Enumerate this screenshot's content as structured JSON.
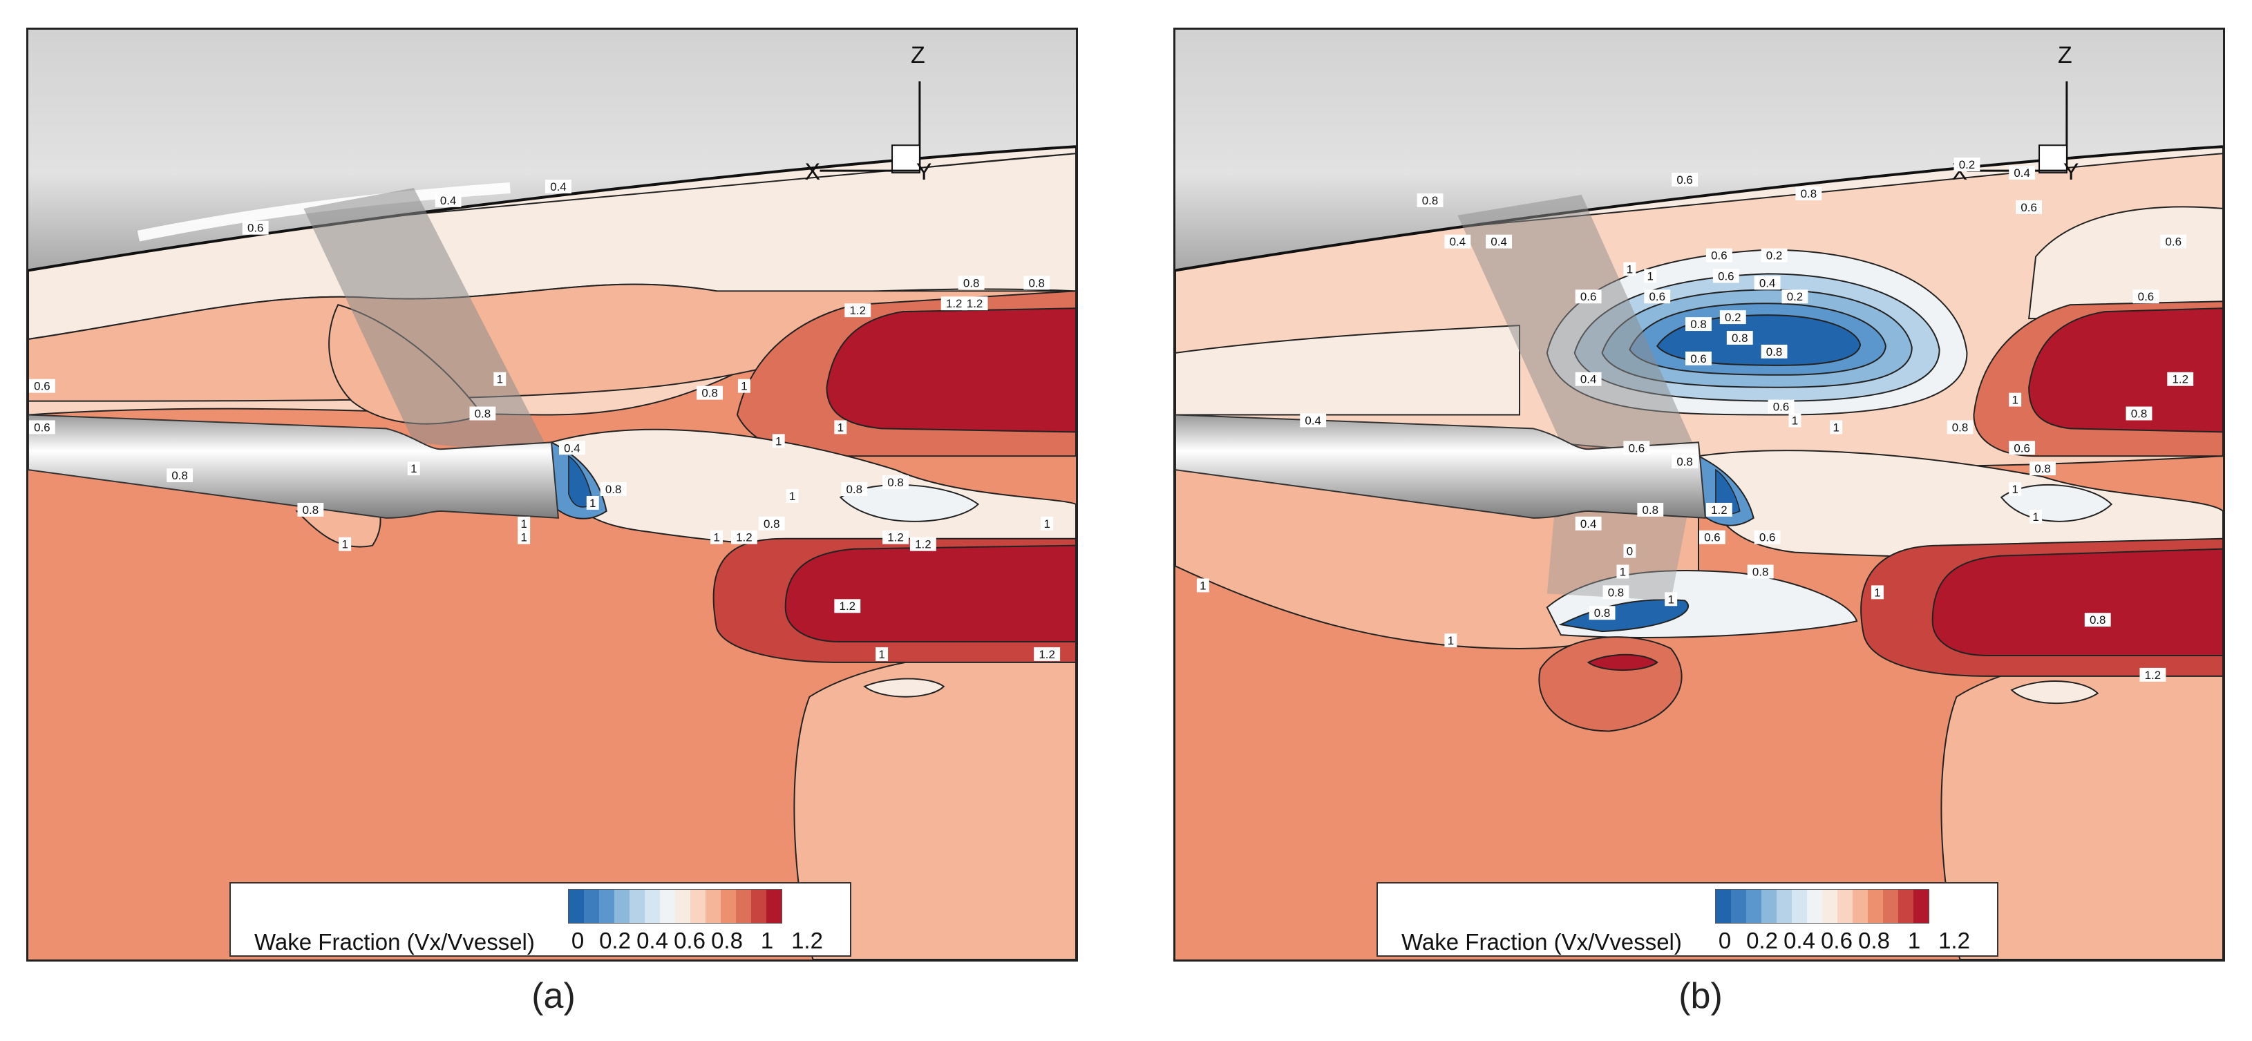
{
  "panels": [
    {
      "caption": "(a)",
      "axes": {
        "z": "Z",
        "x": "X",
        "y": "Y"
      },
      "contour_labels": [
        "0.4",
        "0.4",
        "0.6",
        "0.8",
        "0.8",
        "1.2",
        "1.2",
        "1.2",
        "1",
        "0.8",
        "0.6",
        "0.8",
        "0.6",
        "0.4",
        "0.8",
        "1",
        "1",
        "0.8",
        "1",
        "1",
        "0.8",
        "0.8",
        "1.2",
        "1.2",
        "1.2",
        "1",
        "1.2",
        "1.2",
        "1",
        "1",
        "0.8",
        "0.8",
        "1",
        "1",
        "1",
        "1",
        "1"
      ],
      "legend": {
        "title": "Wake Fraction (Vx/Vvessel)",
        "ticks": [
          "0",
          "0.2",
          "0.4",
          "0.6",
          "0.8",
          "1",
          "1.2"
        ]
      }
    },
    {
      "caption": "(b)",
      "axes": {
        "z": "Z",
        "x": "X",
        "y": "Y"
      },
      "contour_labels": [
        "0.2",
        "0.4",
        "0.8",
        "0.6",
        "0.8",
        "0.6",
        "0.4",
        "0.4",
        "0.6",
        "0.6",
        "1",
        "1",
        "0.6",
        "0.4",
        "0.2",
        "0.6",
        "0.6",
        "0.6",
        "0.2",
        "0.2",
        "0.8",
        "0.8",
        "0.4",
        "0.8",
        "0.6",
        "0.6",
        "1",
        "1",
        "1",
        "0.8",
        "1.2",
        "0.8",
        "0.4",
        "0.6",
        "0.8",
        "0.6",
        "0.8",
        "1.2",
        "0.8",
        "0.4",
        "0.6",
        "0.6",
        "0",
        "1",
        "0.8",
        "1",
        "1",
        "1",
        "1",
        "0.8",
        "0.8",
        "0.8",
        "1.2",
        "1",
        "1"
      ],
      "legend": {
        "title": "Wake Fraction (Vx/Vvessel)",
        "ticks": [
          "0",
          "0.2",
          "0.4",
          "0.6",
          "0.8",
          "1",
          "1.2"
        ]
      }
    }
  ],
  "colors": {
    "colormap": [
      "#2166ac",
      "#3d7dbd",
      "#5b97cc",
      "#8bb8db",
      "#b6d2e8",
      "#d5e5f1",
      "#eff3f5",
      "#f8ebe2",
      "#f9d4c0",
      "#f4b598",
      "#ec906f",
      "#dd7058",
      "#c8453f",
      "#b2182b"
    ],
    "hull": "#d9d9d9",
    "shaft": "#eeeeee"
  }
}
